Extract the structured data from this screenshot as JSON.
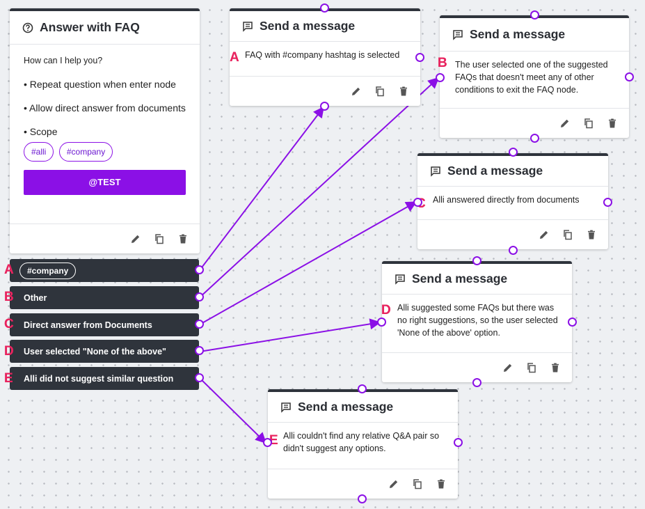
{
  "colors": {
    "accent": "#8b10e6",
    "badge": "#e8245f",
    "dark": "#2f343c"
  },
  "faq_node": {
    "title": "Answer with FAQ",
    "icon": "question-circle-icon",
    "prompt": "How can I help you?",
    "bullets": [
      "• Repeat question when enter node",
      "• Allow direct answer from documents",
      "• Scope"
    ],
    "scope_tags": [
      "#alli",
      "#company"
    ],
    "test_button": "@TEST"
  },
  "options": [
    {
      "badge": "A",
      "label": "#company",
      "is_tag": true
    },
    {
      "badge": "B",
      "label": "Other"
    },
    {
      "badge": "C",
      "label": "Direct answer from Documents"
    },
    {
      "badge": "D",
      "label": "User selected \"None of the above\""
    },
    {
      "badge": "E",
      "label": "Alli did not suggest similar question"
    }
  ],
  "messages": [
    {
      "title": "Send a message",
      "badge": "A",
      "text": "FAQ with #company hashtag is selected"
    },
    {
      "title": "Send a message",
      "badge": "B",
      "text": "The user selected one of the suggested FAQs that doesn't meet any of other conditions to exit the FAQ node."
    },
    {
      "title": "Send a message",
      "badge": "C",
      "text": "Alli answered directly from documents"
    },
    {
      "title": "Send a message",
      "badge": "D",
      "text": "Alli suggested some FAQs but there was no right suggestions, so the user selected 'None of the above' option."
    },
    {
      "title": "Send a message",
      "badge": "E",
      "text": "Alli couldn't find any relative Q&A pair so didn't suggest any options."
    }
  ],
  "toolbar_icons": [
    "edit-icon",
    "copy-icon",
    "delete-icon"
  ]
}
